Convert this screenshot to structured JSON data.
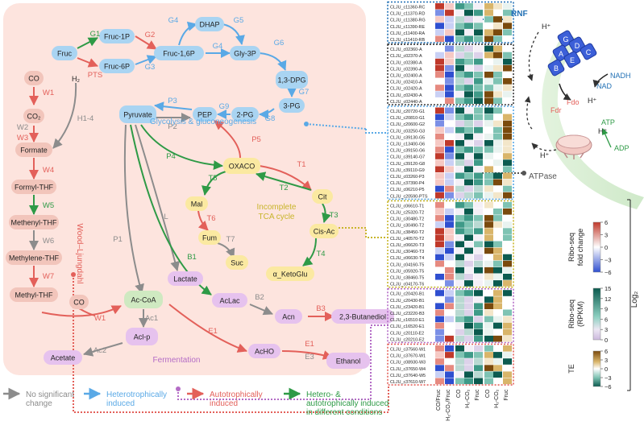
{
  "colors": {
    "gray": "#8c8c8c",
    "blue": "#5aa9e6",
    "red": "#e3605a",
    "green": "#2e9a46",
    "purple": "#b46cc6",
    "olive": "#c8b52b",
    "glyNode": "#a9d4f2",
    "woodNode": "#f2c5bb",
    "tcaNode": "#fbe9a1",
    "fermNode": "#e6c2ee",
    "hubNode": "#cfe9c1",
    "bgPanel": "#fde4de"
  },
  "nodes": {
    "fruc": "Fruc",
    "fruc1p": "Fruc-1P",
    "fruc6p": "Fruc-6P",
    "fruc16p": "Fruc-1,6P",
    "dhap": "DHAP",
    "gly3p": "Gly-3P",
    "dpg13": "1,3-DPG",
    "pg3": "3-PG",
    "pg2": "2-PG",
    "pep": "PEP",
    "pyruvate": "Pyruvate",
    "oxaco": "OXACO",
    "cit": "Cit",
    "mal": "Mal",
    "fum": "Fum",
    "suc": "Suc",
    "cisac": "Cis-Ac",
    "aketo": "α_KetoGlu",
    "lactate": "Lactate",
    "acoa": "Ac-CoA",
    "aclac": "AcLac",
    "acn": "Acn",
    "butanediol": "2,3-Butanediol",
    "aclp": "Acl-p",
    "acetate": "Acetate",
    "acho": "AcHO",
    "ethanol": "Ethanol",
    "co_top": "CO",
    "h2": "H₂",
    "co2": "CO₂",
    "formate": "Formate",
    "formyl": "Formyl-THF",
    "methenyl": "Methenyl-THF",
    "methylene": "Methylene-THF",
    "methyl": "Methyl-THF",
    "co_bot": "CO"
  },
  "edge_labels": {
    "G1": "G1",
    "PTS": "PTS",
    "G2": "G2",
    "G3": "G3",
    "G4a": "G4",
    "G4b": "G4",
    "G5": "G5",
    "G6": "G6",
    "G7": "G7",
    "G8": "G8",
    "G9": "G9",
    "P2": "P2",
    "P3": "P3",
    "P4": "P4",
    "P5": "P5",
    "T1": "T1",
    "T2": "T2",
    "T3": "T3",
    "T4": "T4",
    "T5": "T5",
    "T6": "T6",
    "T7": "T7",
    "L": "L",
    "P1": "P1",
    "B1": "B1",
    "B2": "B2",
    "B3": "B3",
    "E1a": "E1",
    "E1b": "E1",
    "E3": "E3",
    "Ac1": "Ac1",
    "Ac2": "Ac2",
    "W1a": "W1",
    "W1b": "W1",
    "W2": "W2",
    "W3": "W3",
    "W4": "W4",
    "W5": "W5",
    "W6": "W6",
    "W7": "W7",
    "H14": "H1-4"
  },
  "section_labels": {
    "glycolysis": "Glycolysis & gluconeogenesis",
    "tca_line1": "Incomplete",
    "tca_line2": "TCA cycle",
    "wood": "Wood–Ljungdahl",
    "fermentation": "Fermentation"
  },
  "right_panel": {
    "rnf": "RNF",
    "atpase": "ATPase",
    "nadh": "NADH",
    "nad": "NAD",
    "fdo": "Fdo",
    "fdr": "Fdr",
    "atp": "ATP",
    "adp": "ADP",
    "hplus": "H⁺",
    "subunits": [
      "G",
      "D",
      "C",
      "A",
      "E",
      "B"
    ]
  },
  "heatmap": {
    "columns": [
      "CO/Fruc",
      "H₂-CO₂/Fruc",
      "CO",
      "H₂-CO₂",
      "Fruc",
      "CO",
      "H₂-CO₂",
      "Fruc"
    ],
    "groups": [
      {
        "name": "rnf",
        "rows": [
          "CLJU_c11360-RC",
          "CLJU_c11370-RD",
          "CLJU_c11380-RG",
          "CLJU_c11390-RE",
          "CLJU_c11400-RA",
          "CLJU_c11410-RB"
        ]
      },
      {
        "name": "atpase",
        "rows": [
          "CLJU_c02360-A",
          "CLJU_c02370-A",
          "CLJU_c02380-A",
          "CLJU_c02390-A",
          "CLJU_c02400-A",
          "CLJU_c02410-A",
          "CLJU_c02420-A",
          "CLJU_c02430-A",
          "CLJU_c02440-A"
        ]
      },
      {
        "name": "glycolysis",
        "rows": [
          "CLJU_c20720-G1",
          "CLJU_c20810-G1",
          "CLJU_c20600-G2",
          "CLJU_c03250-G3",
          "CLJU_c39130-G5",
          "CLJU_c13400-G6",
          "CLJU_c39150-G6",
          "CLJU_c39140-G7",
          "CLJU_c39120-G8",
          "CLJU_c39110-G9",
          "CLJU_c03260-P3",
          "CLJU_c37390-P4",
          "CLJU_c06210-P5",
          "CLJU_c20590-PTS"
        ]
      },
      {
        "name": "tca",
        "rows": [
          "CLJU_c06610-T1",
          "CLJU_c25320-T2",
          "CLJU_c30480-T2",
          "CLJU_c30490-T2",
          "CLJU_c38450-T2",
          "CLJU_c40570-T2",
          "CLJU_c06620-T3",
          "CLJU_c30460-T3",
          "CLJU_c06630-T4",
          "CLJU_c04160-T5",
          "CLJU_c05920-T5",
          "CLJU_c38460-T5",
          "CLJU_c04170-T6"
        ]
      },
      {
        "name": "fermentation",
        "rows": [
          "CLJU_c20420-B1",
          "CLJU_c20430-B1",
          "CLJU_c23420-B1",
          "CLJU_c23220-B3",
          "CLJU_c16510-E1",
          "CLJU_c16520-E1",
          "CLJU_c20110-E2",
          "CLJU_c20210-E2"
        ]
      },
      {
        "name": "wood",
        "rows": [
          "CLJU_c37560-W1",
          "CLJU_c37670-W1",
          "CLJU_c08930-W3",
          "CLJU_c37650-W4",
          "CLJU_c37640-W5",
          "CLJU_c37610-W7"
        ]
      }
    ]
  },
  "colorbars": [
    {
      "title_line1": "Ribo-seq",
      "title_line2": "fold change",
      "ticks": [
        "6",
        "3",
        "0",
        "−3",
        "−6"
      ]
    },
    {
      "title_line1": "Ribo-seq",
      "title_line2": "(RPKM)",
      "ticks": [
        "15",
        "12",
        "9",
        "6",
        "3",
        "0"
      ]
    },
    {
      "title_line1": "TE",
      "title_line2": "",
      "ticks": [
        "6",
        "3",
        "0",
        "−3",
        "−6"
      ]
    }
  ],
  "log_label": "Log₂",
  "legend": [
    {
      "color": "gray",
      "label1": "No significant",
      "label2": "change"
    },
    {
      "color": "blue",
      "label1": "Heterotrophically",
      "label2": "induced"
    },
    {
      "color": "red",
      "label1": "Autotrophically",
      "label2": "induced"
    },
    {
      "color": "green",
      "label1": "Hetero- &",
      "label2": "autotrophically induced",
      "label3": "in different conditions"
    }
  ]
}
